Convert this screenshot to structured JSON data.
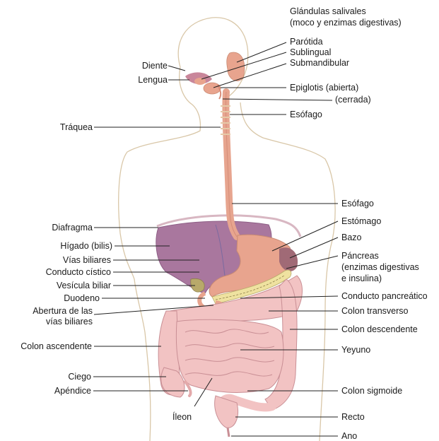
{
  "figure": {
    "labels_left": {
      "diente": "Diente",
      "lengua": "Lengua",
      "traquea": "Tráquea",
      "diafragma": "Diafragma",
      "higado": "Hígado (bilis)",
      "vias_biliares": "Vías biliares",
      "conducto_cistico": "Conducto cístico",
      "vesicula": "Vesícula biliar",
      "duodeno": "Duodeno",
      "abertura_1": "Abertura de las",
      "abertura_2": "vías biliares",
      "colon_ascendente": "Colon ascendente",
      "ciego": "Ciego",
      "apendice": "Apéndice",
      "ileon": "Íleon"
    },
    "labels_right": {
      "glandulas_1": "Glándulas salivales",
      "glandulas_2": "(moco y enzimas digestivas)",
      "parotida": "Parótida",
      "sublingual": "Sublingual",
      "submandibular": "Submandibular",
      "epiglotis_abierta": "Epiglotis (abierta)",
      "epiglotis_cerrada": "(cerrada)",
      "esofago_1": "Esófago",
      "esofago_2": "Esófago",
      "estomago": "Estómago",
      "bazo": "Bazo",
      "pancreas_1": "Páncreas",
      "pancreas_2": "(enzimas digestivas",
      "pancreas_3": "e insulina)",
      "conducto_pancreatico": "Conducto pancreático",
      "colon_transverso": "Colon transverso",
      "colon_descendente": "Colon descendente",
      "yeyuno": "Yeyuno",
      "colon_sigmoide": "Colon sigmoide",
      "recto": "Recto",
      "ano": "Ano"
    },
    "colors": {
      "body_outline": "#d9c7a8",
      "liver": "#a9779e",
      "stomach": "#e8a48e",
      "esophagus": "#e7a58f",
      "intestine": "#f2c3c3",
      "intestine_line": "#c98f95",
      "pancreas": "#efe2a0",
      "leader": "#222222"
    }
  }
}
